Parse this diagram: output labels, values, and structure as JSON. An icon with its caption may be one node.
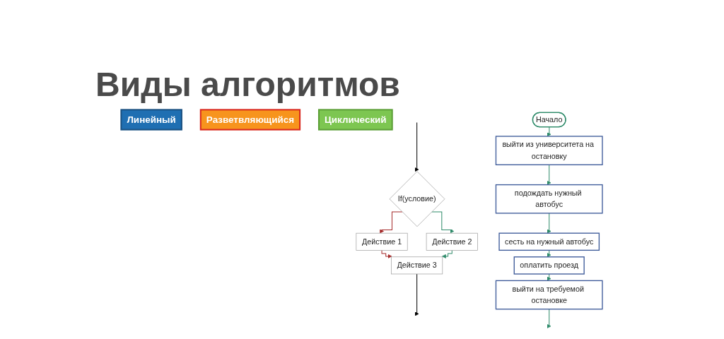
{
  "diagram": {
    "title": "Виды алгоритмов",
    "nodes": [
      {
        "text": [
          "Линейный"
        ]
      },
      {
        "text": [
          "Разветвляющийся"
        ]
      },
      {
        "text": [
          "Циклический"
        ]
      },
      {
        "text": [
          "Начало"
        ]
      },
      {
        "text": [
          "выйти из университета на остановку"
        ]
      },
      {
        "text": [
          "подождать нужный автобус"
        ]
      },
      {
        "text": [
          "сесть на нужный автобус"
        ]
      },
      {
        "text": [
          "оплатить проезд"
        ]
      },
      {
        "text": [
          "выйти на требуемой остановке"
        ]
      },
      {
        "text": [
          "If(условие)"
        ]
      },
      {
        "text": [
          "Действие 1"
        ]
      },
      {
        "text": [
          "Действие 2"
        ]
      },
      {
        "text": [
          "Действие 3"
        ]
      }
    ],
    "edges": [
      {
        "from": 3,
        "to": 4,
        "arrow": "to"
      },
      {
        "from": 4,
        "to": 5,
        "arrow": "to"
      },
      {
        "from": 5,
        "to": 6,
        "arrow": "to"
      },
      {
        "from": 6,
        "to": 7,
        "arrow": "to"
      },
      {
        "from": 7,
        "to": 8,
        "arrow": "to"
      },
      {
        "from": 8,
        "to": null,
        "arrow": "to"
      },
      {
        "from": null,
        "to": 9,
        "arrow": "to",
        "color": "#000000"
      },
      {
        "from": 9,
        "to": 10,
        "arrow": "to",
        "color": "#a52a2a"
      },
      {
        "from": 9,
        "to": 11,
        "arrow": "to"
      },
      {
        "from": 10,
        "to": 12,
        "arrow": "to",
        "color": "#a52a2a"
      },
      {
        "from": 11,
        "to": 12,
        "arrow": "to"
      },
      {
        "from": 12,
        "to": null,
        "arrow": "to",
        "color": "#000000"
      }
    ]
  }
}
